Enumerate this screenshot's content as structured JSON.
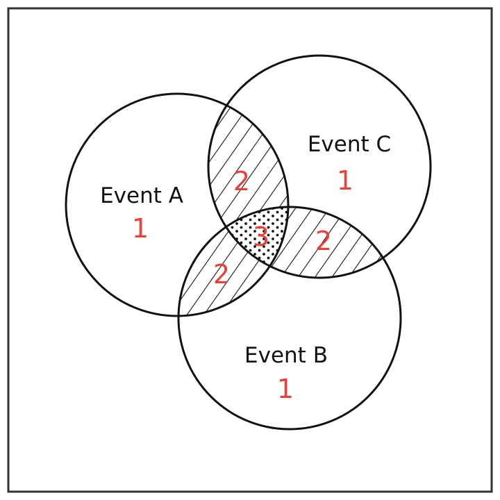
{
  "events": {
    "a": {
      "label": "Event A"
    },
    "b": {
      "label": "Event B"
    },
    "c": {
      "label": "Event C"
    }
  },
  "regions": {
    "a_only": "1",
    "b_only": "1",
    "c_only": "1",
    "a_and_c": "2",
    "a_and_b": "2",
    "b_and_c": "2",
    "a_b_c": "3"
  },
  "colors": {
    "count_text": "#e8413a",
    "outline": "#111111",
    "frame": "#333333"
  },
  "fill_patterns": {
    "pairwise_overlap": "diagonal-hatch",
    "triple_overlap": "dots"
  }
}
